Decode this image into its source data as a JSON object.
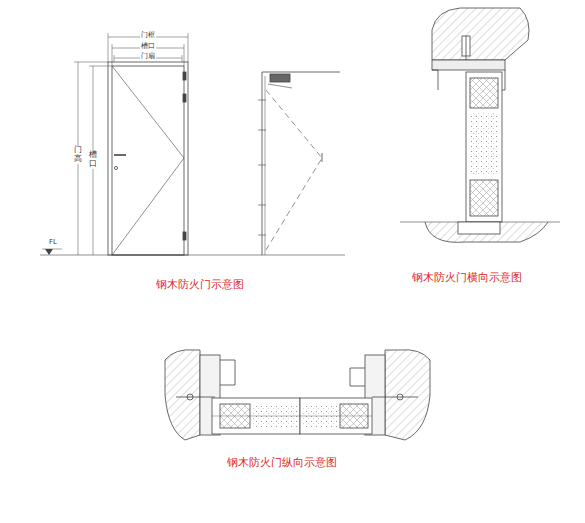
{
  "diagram": {
    "labels": [
      "门框",
      "槽口",
      "门扇",
      "门高",
      "槽口",
      "FL",
      "钢木防火门示意图",
      "钢木防火门横向示意图",
      "钢木防火门纵向示意图"
    ]
  }
}
